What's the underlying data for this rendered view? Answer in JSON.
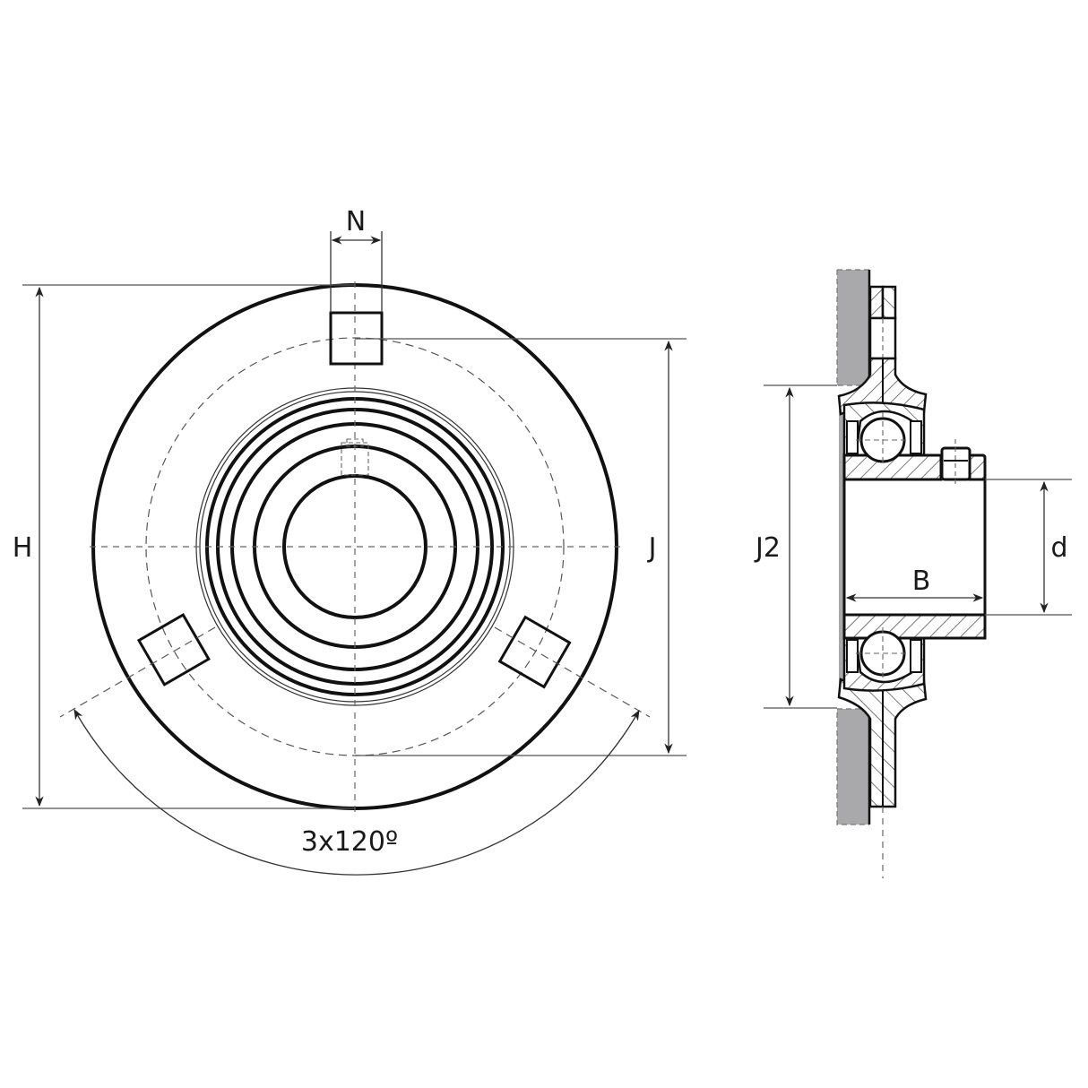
{
  "diagram": {
    "subject": "Three-bolt pressed steel flange bearing unit - front view and section view",
    "front_view": {
      "labels": {
        "N": "N",
        "H": "H",
        "J": "J",
        "angle": "3x120º"
      },
      "bolt_holes": 3,
      "bolt_hole_shape": "square",
      "bolt_spacing_deg": 120
    },
    "section_view": {
      "labels": {
        "J2": "J2",
        "B": "B",
        "d": "d"
      },
      "components": [
        "mounting-wall",
        "pressed-steel-flange-housing",
        "ball-bearing-insert",
        "inner-ring-extended",
        "set-screw"
      ]
    },
    "colors": {
      "line": "#111111",
      "dimension_line": "#555555",
      "wall_fill": "#a9a9ab",
      "background": "#ffffff"
    }
  }
}
